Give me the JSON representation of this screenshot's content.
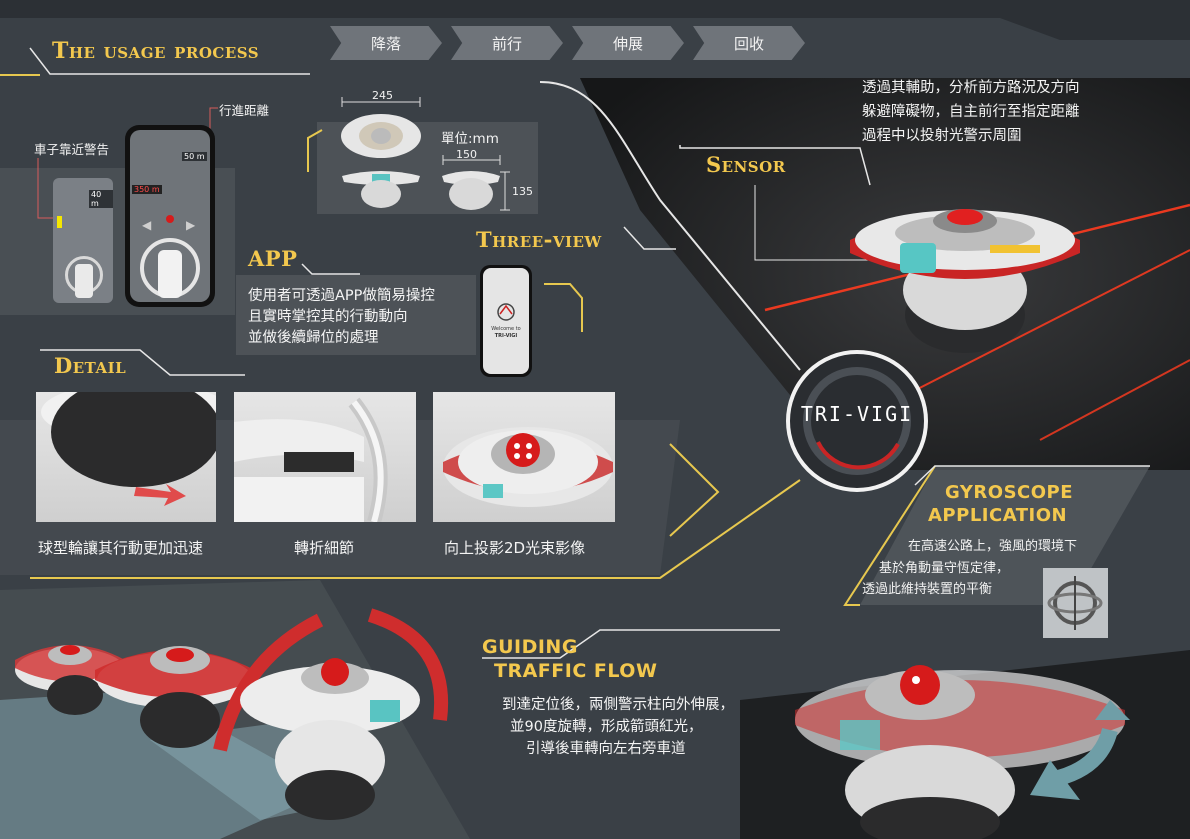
{
  "header": {
    "title": "The usage process",
    "steps": [
      "降落",
      "前行",
      "伸展",
      "回收"
    ]
  },
  "sensor": {
    "title": "Sensor",
    "lines": [
      "透過其輔助，分析前方路況及方向",
      "躲避障礙物，自主前行至指定距離",
      "過程中以投射光警示周圍"
    ]
  },
  "app_section": {
    "title": "APP",
    "label_distance": "行進距離",
    "label_warning": "車子靠近警告",
    "screen_left_value": "40 m",
    "screen_right_value": "50 m",
    "screen_right_alert": "350 m",
    "lines": [
      "使用者可透過APP做簡易操控",
      "且實時掌控其的行動動向",
      "並做後續歸位的處理"
    ],
    "phone_screen_text": [
      "Welcome to",
      "TRI-VIGI"
    ]
  },
  "three_view": {
    "title": "Three-view",
    "unit": "單位:mm",
    "dim_width": "245",
    "dim_side": "150",
    "dim_height": "135"
  },
  "detail": {
    "title": "Detail",
    "captions": [
      "球型輪讓其行動更加迅速",
      "轉折細節",
      "向上投影2D光束影像"
    ]
  },
  "logo": {
    "text": "TRI-VIGI"
  },
  "gyroscope": {
    "title_line1": "Gyroscope",
    "title_line2": "Application",
    "lines": [
      "在高速公路上，強風的環境下",
      "基於角動量守恆定律，",
      "透過此維持裝置的平衡"
    ]
  },
  "guiding": {
    "title_line1": "Guiding",
    "title_line2": "traffic flow",
    "lines": [
      "到達定位後，兩側警示柱向外伸展，",
      "並90度旋轉，形成箭頭紅光，",
      "引導後車轉向左右旁車道"
    ]
  },
  "colors": {
    "accent_gold": "#f3c84e",
    "accent_red": "#e02a2a",
    "panel_dark": "#3a4046"
  }
}
